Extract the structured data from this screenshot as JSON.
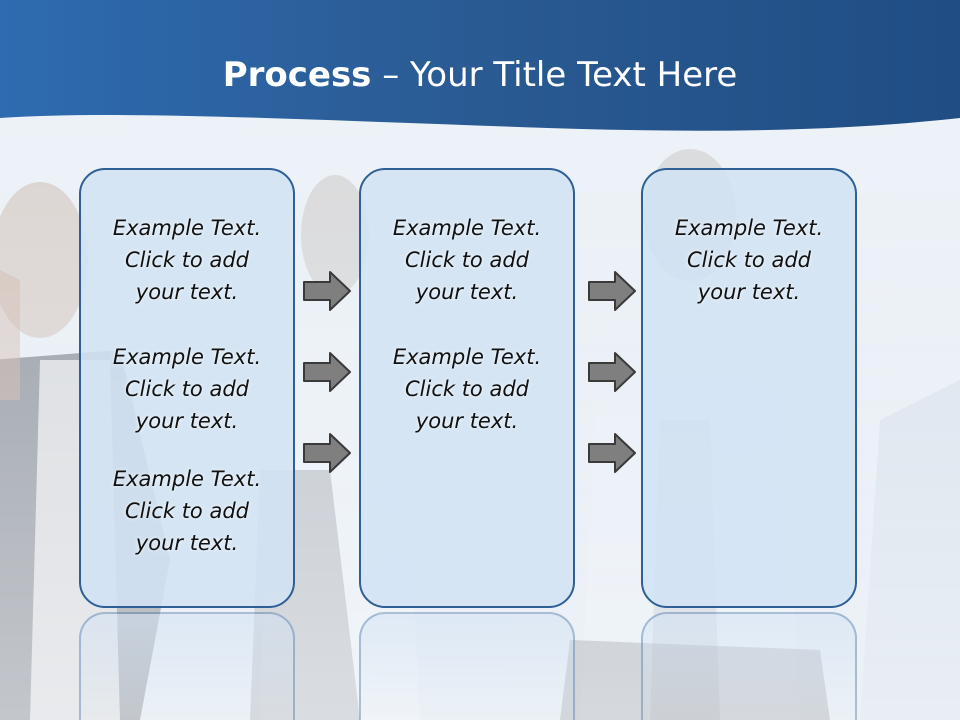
{
  "slide": {
    "title_bold": "Process",
    "title_rest": " – Your Title Text Here",
    "colors": {
      "header": "#2a5a92",
      "box_border": "#2e5f95",
      "box_fill": "#d2e2f4",
      "arrow": "#7f7f7f"
    }
  },
  "columns": [
    {
      "blocks": [
        {
          "line1": "Example Text.",
          "line2": "Click  to add",
          "line3": "your text."
        },
        {
          "line1": "Example Text.",
          "line2": "Click  to add",
          "line3": "your text."
        },
        {
          "line1": "Example Text.",
          "line2": "Click  to add",
          "line3": "your text."
        }
      ]
    },
    {
      "blocks": [
        {
          "line1": "Example Text.",
          "line2": "Click  to add",
          "line3": "your text."
        },
        {
          "line1": "Example Text.",
          "line2": "Click  to add",
          "line3": "your text."
        }
      ]
    },
    {
      "blocks": [
        {
          "line1": "Example Text.",
          "line2": "Click  to add",
          "line3": "your text."
        }
      ]
    }
  ],
  "arrows": {
    "icon": "right-arrow-icon"
  }
}
